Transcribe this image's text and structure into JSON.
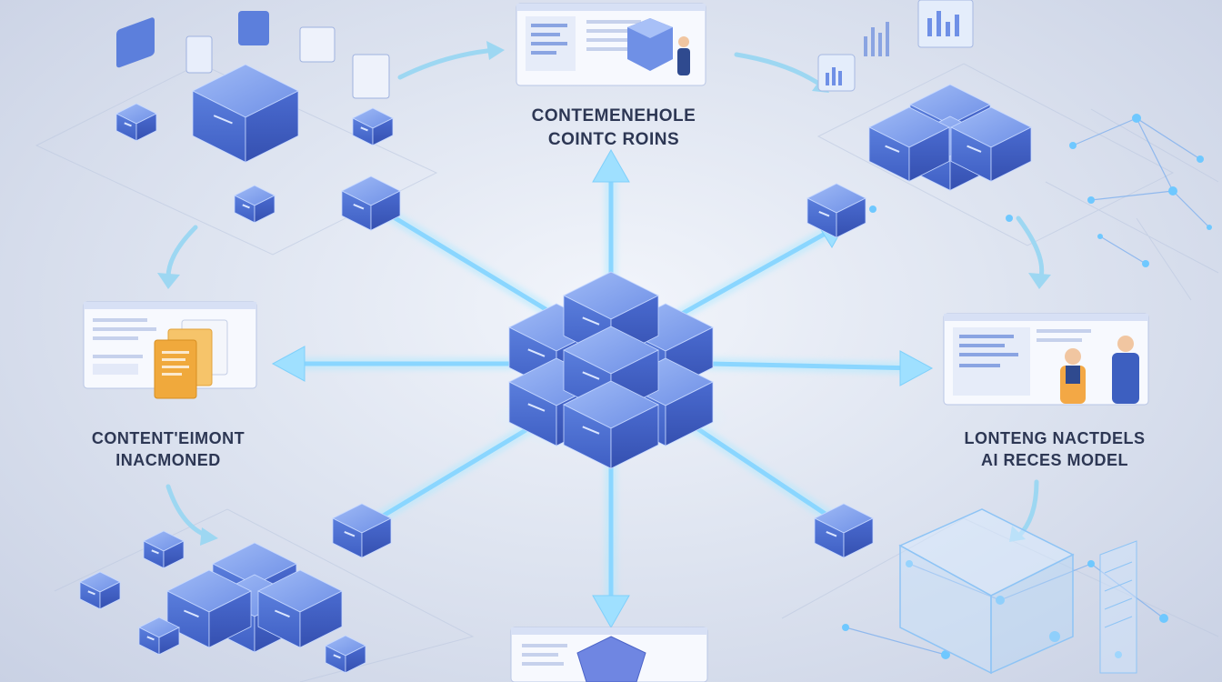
{
  "diagram": {
    "labels": {
      "top": {
        "line1": "CONTEMENEHOLE",
        "line2": "COINTC ROINS"
      },
      "left": {
        "line1": "CONTENT'EIMONT",
        "line2": "INACMONED"
      },
      "right": {
        "line1": "LONTENG NACTDELS",
        "line2": "AI RECES MODEL"
      }
    },
    "colors": {
      "accent": "#4f74d9",
      "accent_light": "#8fb7f5",
      "glow": "#aee9ff",
      "document": "#f0a93c",
      "text": "#2d3754",
      "background": "#dfe5f1"
    }
  }
}
